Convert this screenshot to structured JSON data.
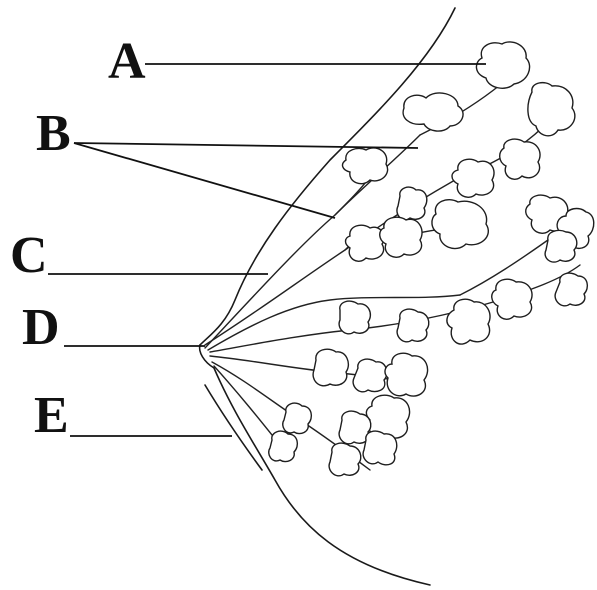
{
  "labels": {
    "A": "A",
    "B": "B",
    "C": "C",
    "D": "D",
    "E": "E"
  },
  "colors": {
    "ink": "#111111",
    "background": "#ffffff"
  }
}
